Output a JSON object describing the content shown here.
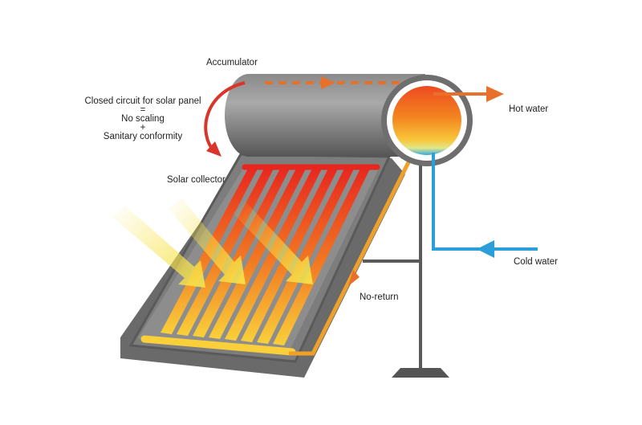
{
  "labels": {
    "accumulator": "Accumulator",
    "closed_circuit": "Closed circuit for solar panel",
    "equals": "=",
    "no_scaling": "No scaling",
    "plus": "+",
    "sanitary_conformity": "Sanitary conformity",
    "solar_collector": "Solar collector",
    "hot_water": "Hot water",
    "cold_water": "Cold water",
    "no_return": "No-return"
  },
  "colors": {
    "hot_arrow": "#e8702a",
    "circuit_arrow": "#d9352a",
    "cold_arrow": "#2b9fd9",
    "collector_pipe": "#f0a02a",
    "tank_body": "#6e6e6e",
    "frame": "#555555",
    "sunray": "#f7e34a"
  },
  "icons": [
    "sunray-arrow",
    "flow-arrow"
  ]
}
